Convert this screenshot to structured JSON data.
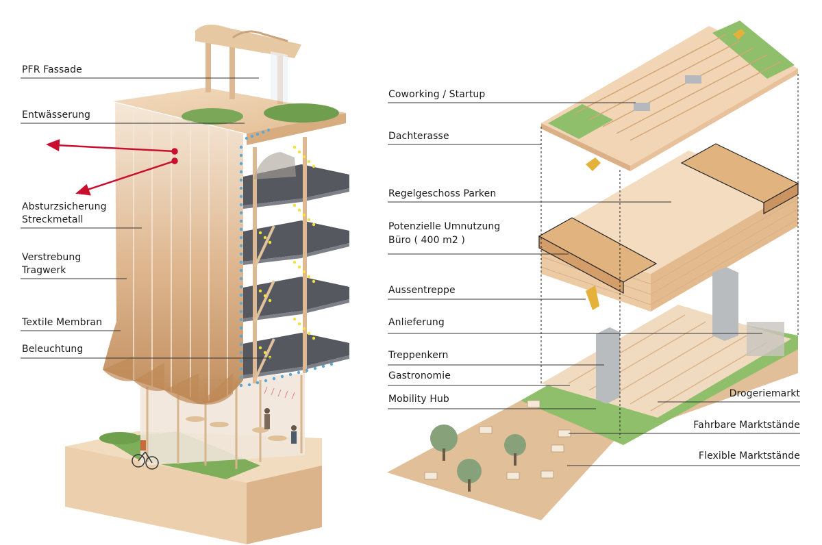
{
  "left_labels": {
    "pfr_fassade": "PFR Fassade",
    "entwaesserung": "Entwässerung",
    "absturzsicherung_1": "Absturzsicherung",
    "absturzsicherung_2": "Streckmetall",
    "verstrebung_1": "Verstrebung",
    "verstrebung_2": "Tragwerk",
    "textile_membran": "Textile Membran",
    "beleuchtung": "Beleuchtung"
  },
  "right_labels": {
    "coworking": "Coworking / Startup",
    "dachterasse": "Dachterasse",
    "regelgeschoss": "Regelgeschoss Parken",
    "umnutzung_1": "Potenzielle Umnutzung",
    "umnutzung_2": "Büro ( 400 m2 )",
    "aussentreppe": "Aussentreppe",
    "anlieferung": "Anlieferung",
    "treppenkern": "Treppenkern",
    "gastronomie": "Gastronomie",
    "mobility_hub": "Mobility Hub",
    "drogeriemarkt": "Drogeriemarkt",
    "fahrbare": "Fahrbare Marktstände",
    "flexible": "Flexible Marktstände"
  },
  "colors": {
    "wood": "#e9c9a4",
    "wood_dark": "#c9996a",
    "slab": "#55585f",
    "green": "#8fbf6a",
    "membrane": "#e8c9a8",
    "arrow": "#c8102e",
    "rain": "#5aa8d8",
    "light": "#f2e13a",
    "leader": "#333333"
  }
}
